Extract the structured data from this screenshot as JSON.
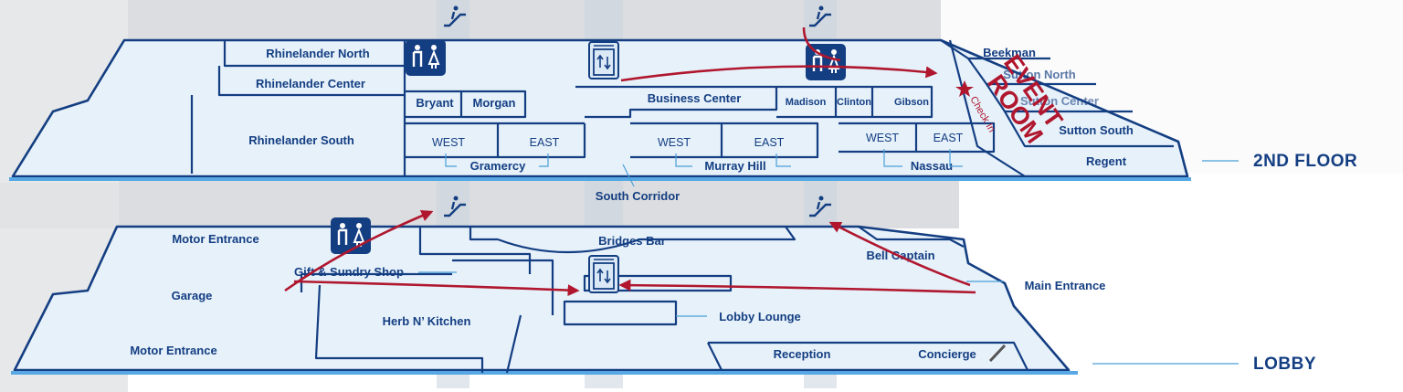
{
  "floors": {
    "second": {
      "label": "2ND FLOOR",
      "rooms": {
        "rhinelander_north": "Rhinelander North",
        "rhinelander_center": "Rhinelander Center",
        "rhinelander_south": "Rhinelander South",
        "bryant": "Bryant",
        "morgan": "Morgan",
        "business_center": "Business Center",
        "madison": "Madison",
        "clinton": "Clinton",
        "gibson": "Gibson",
        "beekman": "Beekman",
        "sutton_north": "Sutton North",
        "sutton_center": "Sutton Center",
        "sutton_south": "Sutton South",
        "regent": "Regent",
        "gramercy": "Gramercy",
        "gramercy_west": "WEST",
        "gramercy_east": "EAST",
        "murray_hill": "Murray Hill",
        "murray_hill_west": "WEST",
        "murray_hill_east": "EAST",
        "nassau": "Nassau",
        "nassau_west": "WEST",
        "nassau_east": "EAST"
      },
      "event": {
        "line1": "EVENT",
        "line2": "ROOM",
        "check_in": "Check In"
      }
    },
    "corridor": "South Corridor",
    "lobby": {
      "label": "LOBBY",
      "areas": {
        "motor_entrance_top": "Motor Entrance",
        "garage": "Garage",
        "motor_entrance_bottom": "Motor Entrance",
        "gift_shop": "Gift & Sundry Shop",
        "herb_kitchen": "Herb N’ Kitchen",
        "bridges_bar": "Bridges Bar",
        "lobby_lounge": "Lobby Lounge",
        "reception": "Reception",
        "concierge": "Concierge",
        "bell_captain": "Bell Captain",
        "main_entrance": "Main Entrance"
      }
    }
  },
  "icons": [
    "escalator-icon",
    "restroom-icon",
    "elevator-icon"
  ],
  "colors": {
    "wall": "#143e82",
    "floor": "#e6f1fa",
    "rim": "#56a7e3",
    "route": "#b0172e",
    "shaft": "#c8d3de"
  }
}
